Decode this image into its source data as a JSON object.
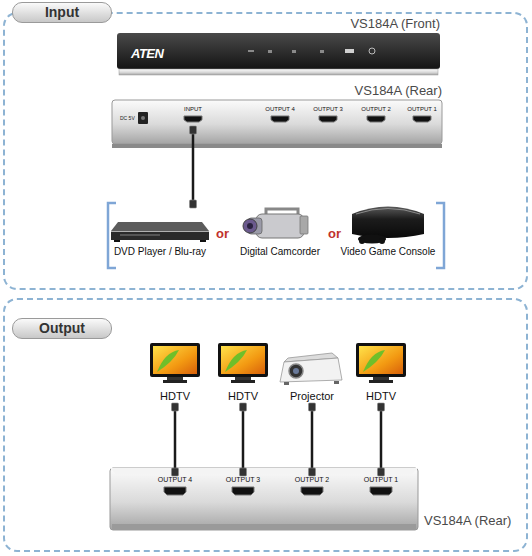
{
  "diagram": {
    "nodes": [
      {
        "text": [
          "Input"
        ]
      },
      {
        "text": [
          "VS184A (Front)",
          "ATEN"
        ],
        "in": 0
      },
      {
        "text": [
          "VS184A (Rear)"
        ],
        "in": 0
      },
      {
        "text": [
          "INPUT"
        ],
        "in": 2
      },
      {
        "text": [
          "OUTPUT 4"
        ],
        "in": 2
      },
      {
        "text": [
          "OUTPUT 3"
        ],
        "in": 2
      },
      {
        "text": [
          "OUTPUT 2"
        ],
        "in": 2
      },
      {
        "text": [
          "OUTPUT 1"
        ],
        "in": 2
      },
      {
        "text": [
          "DVD Player / Blu-ray"
        ],
        "in": 0
      },
      {
        "text": [
          "Digital Camcorder"
        ],
        "in": 0
      },
      {
        "text": [
          "Video Game Console"
        ],
        "in": 0
      },
      {
        "text": [
          "Output"
        ]
      },
      {
        "text": [
          "HDTV"
        ],
        "in": 11
      },
      {
        "text": [
          "HDTV"
        ],
        "in": 11
      },
      {
        "text": [
          "Projector"
        ],
        "in": 11
      },
      {
        "text": [
          "HDTV"
        ],
        "in": 11
      },
      {
        "text": [
          "VS184A (Rear)"
        ],
        "in": 11
      },
      {
        "text": [
          "OUTPUT 4"
        ],
        "in": 16
      },
      {
        "text": [
          "OUTPUT 3"
        ],
        "in": 16
      },
      {
        "text": [
          "OUTPUT 2"
        ],
        "in": 16
      },
      {
        "text": [
          "OUTPUT 1"
        ],
        "in": 16
      }
    ],
    "edges": [
      {
        "from": 3,
        "to": 8,
        "arrow": "none"
      },
      {
        "from": 12,
        "to": 17,
        "arrow": "none"
      },
      {
        "from": 13,
        "to": 18,
        "arrow": "none"
      },
      {
        "from": 14,
        "to": 19,
        "arrow": "none"
      },
      {
        "from": 15,
        "to": 20,
        "arrow": "none"
      }
    ],
    "labels": [
      "DC 5V",
      "or",
      "or"
    ]
  }
}
